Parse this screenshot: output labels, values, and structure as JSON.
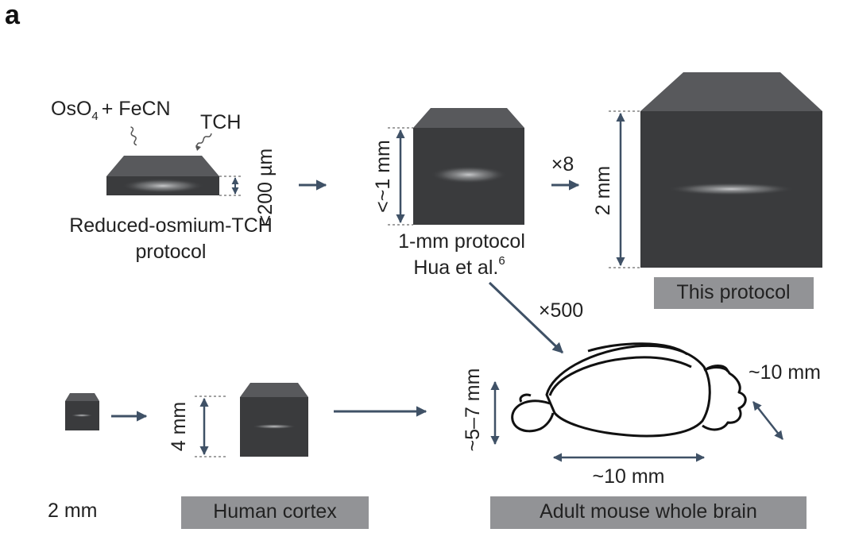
{
  "panel_label": "a",
  "reagents": {
    "os": "OsO",
    "os_sub": "4",
    "plus_fecn": "+ FeCN",
    "tch": "TCH"
  },
  "samples": {
    "reduced": {
      "name_line1": "Reduced-osmium-TCH",
      "name_line2": "protocol",
      "dimension": "<200 µm"
    },
    "one_mm": {
      "name_line1": "1-mm protocol",
      "name_line2": "Hua et al.",
      "ref": "6",
      "dimension": "<~1 mm"
    },
    "this_protocol": {
      "name": "This protocol",
      "dimension": "2 mm"
    },
    "small_block": {
      "dimension": "2 mm"
    },
    "human_cortex": {
      "name": "Human cortex",
      "dimension": "4 mm"
    },
    "mouse_brain": {
      "name": "Adult mouse whole brain",
      "height_dim": "~5–7 mm",
      "length_dim": "~10 mm",
      "width_dim": "~10 mm"
    }
  },
  "scale_factors": {
    "x8": "×8",
    "x500": "×500"
  },
  "colors": {
    "block_front": "#3a3b3d",
    "block_top": "#58595c",
    "arrow": "#3f5166",
    "label_box": "#929396"
  }
}
